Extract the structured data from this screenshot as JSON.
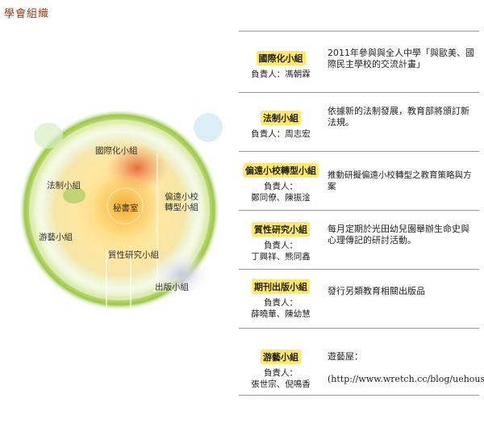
{
  "page_title": "學會組織",
  "diagram": {
    "center": "秘書室",
    "labels": {
      "international": "國際化小組",
      "legal": "法制小組",
      "remote": "偏遠小校\n轉型小組",
      "arts": "游藝小組",
      "qualitative": "質性研究小組",
      "publishing": "出版小組"
    }
  },
  "groups": [
    {
      "name": "國際化小組",
      "head_lines": [
        "負責人：馮朝霖"
      ],
      "desc": "2011年參與與全人中學「與歐美、國際民主學校的交流計畫」",
      "desc_extra": ""
    },
    {
      "name": "法制小組",
      "head_lines": [
        "負責人：周志宏"
      ],
      "desc": "依據新的法制發展，教育部將頒訂新法規。",
      "desc_extra": ""
    },
    {
      "name": "偏遠小校轉型小組",
      "head_lines": [
        "負責人：",
        "鄭同僚、陳振淦"
      ],
      "desc": "推動研擬偏遠小校轉型之教育策略與方案",
      "desc_extra": ""
    },
    {
      "name": "質性研究小組",
      "head_lines": [
        "負責人：",
        "丁興祥、熊同鑫"
      ],
      "desc": "每月定期於光田幼兒園舉辦生命史與心理傳記的研討活動。",
      "desc_extra": ""
    },
    {
      "name": "期刊出版小組",
      "head_lines": [
        "負責人：",
        "薛曉華、陳幼慧"
      ],
      "desc": "發行另類教育相關出版品",
      "desc_extra": ""
    },
    {
      "name": "游藝小組",
      "head_lines": [
        "負責人：",
        "張世宗、倪鳴香"
      ],
      "desc": "遊藝屋：",
      "desc_extra": "(http://www.wretch.cc/blog/uehouse)"
    }
  ]
}
